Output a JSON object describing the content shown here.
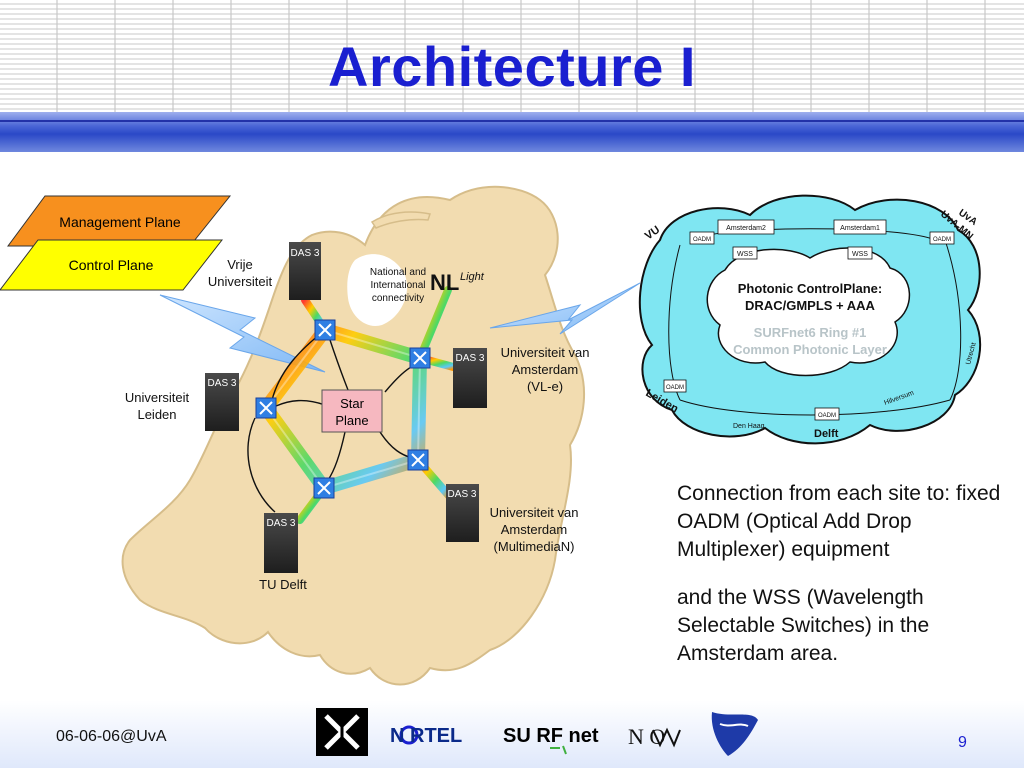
{
  "slide": {
    "title": "Architecture I",
    "date": "06-06-06@UvA",
    "page": "9"
  },
  "planes": {
    "management": "Management Plane",
    "control": "Control Plane"
  },
  "map": {
    "das": "DAS 3",
    "vu": [
      "Vrije",
      "Universiteit"
    ],
    "leiden": [
      "Universiteit",
      "Leiden"
    ],
    "delft": "TU Delft",
    "uva_vle": [
      "Universiteit van",
      "Amsterdam",
      "(VL-e)"
    ],
    "uva_mmn": [
      "Universiteit van",
      "Amsterdam",
      "(MultimediaN)"
    ],
    "national": [
      "National and",
      "International",
      "connectivity"
    ],
    "nl_logo": "NL",
    "nl_light": "Light",
    "star": [
      "Star",
      "Plane"
    ]
  },
  "ring": {
    "wss": "WSS",
    "oadm": "OADM",
    "amsterdam1": "Amsterdam1",
    "amsterdam2": "Amsterdam2",
    "cp_title": [
      "Photonic ControlPlane:",
      "DRAC/GMPLS + AAA"
    ],
    "cp_sub": [
      "SURFnet6 Ring #1",
      "Common Photonic Layer"
    ],
    "vu": "VU",
    "uva": "UvA",
    "uvamn": "UvA-MN",
    "leiden": "Leiden",
    "delft": "Delft",
    "denhaag": "Den Haag",
    "hilversum": "Hilversum",
    "utrecht": "Utrecht"
  },
  "description": {
    "p1": "Connection from each site to: fixed OADM (Optical Add Drop Multiplexer) equipment",
    "p2": "and the WSS (Wavelength Selectable Switches) in the Amsterdam area."
  },
  "logos": {
    "nortel": "N RTEL",
    "surfnet": "SU RF net",
    "nwo": "N O"
  },
  "colors": {
    "title": "#1a1fd0",
    "cloud": "#7fe6f2",
    "land": "#f2dcb0",
    "star_fill": "#f6b8c0",
    "management": "#f7901e",
    "control": "#ffff00"
  }
}
